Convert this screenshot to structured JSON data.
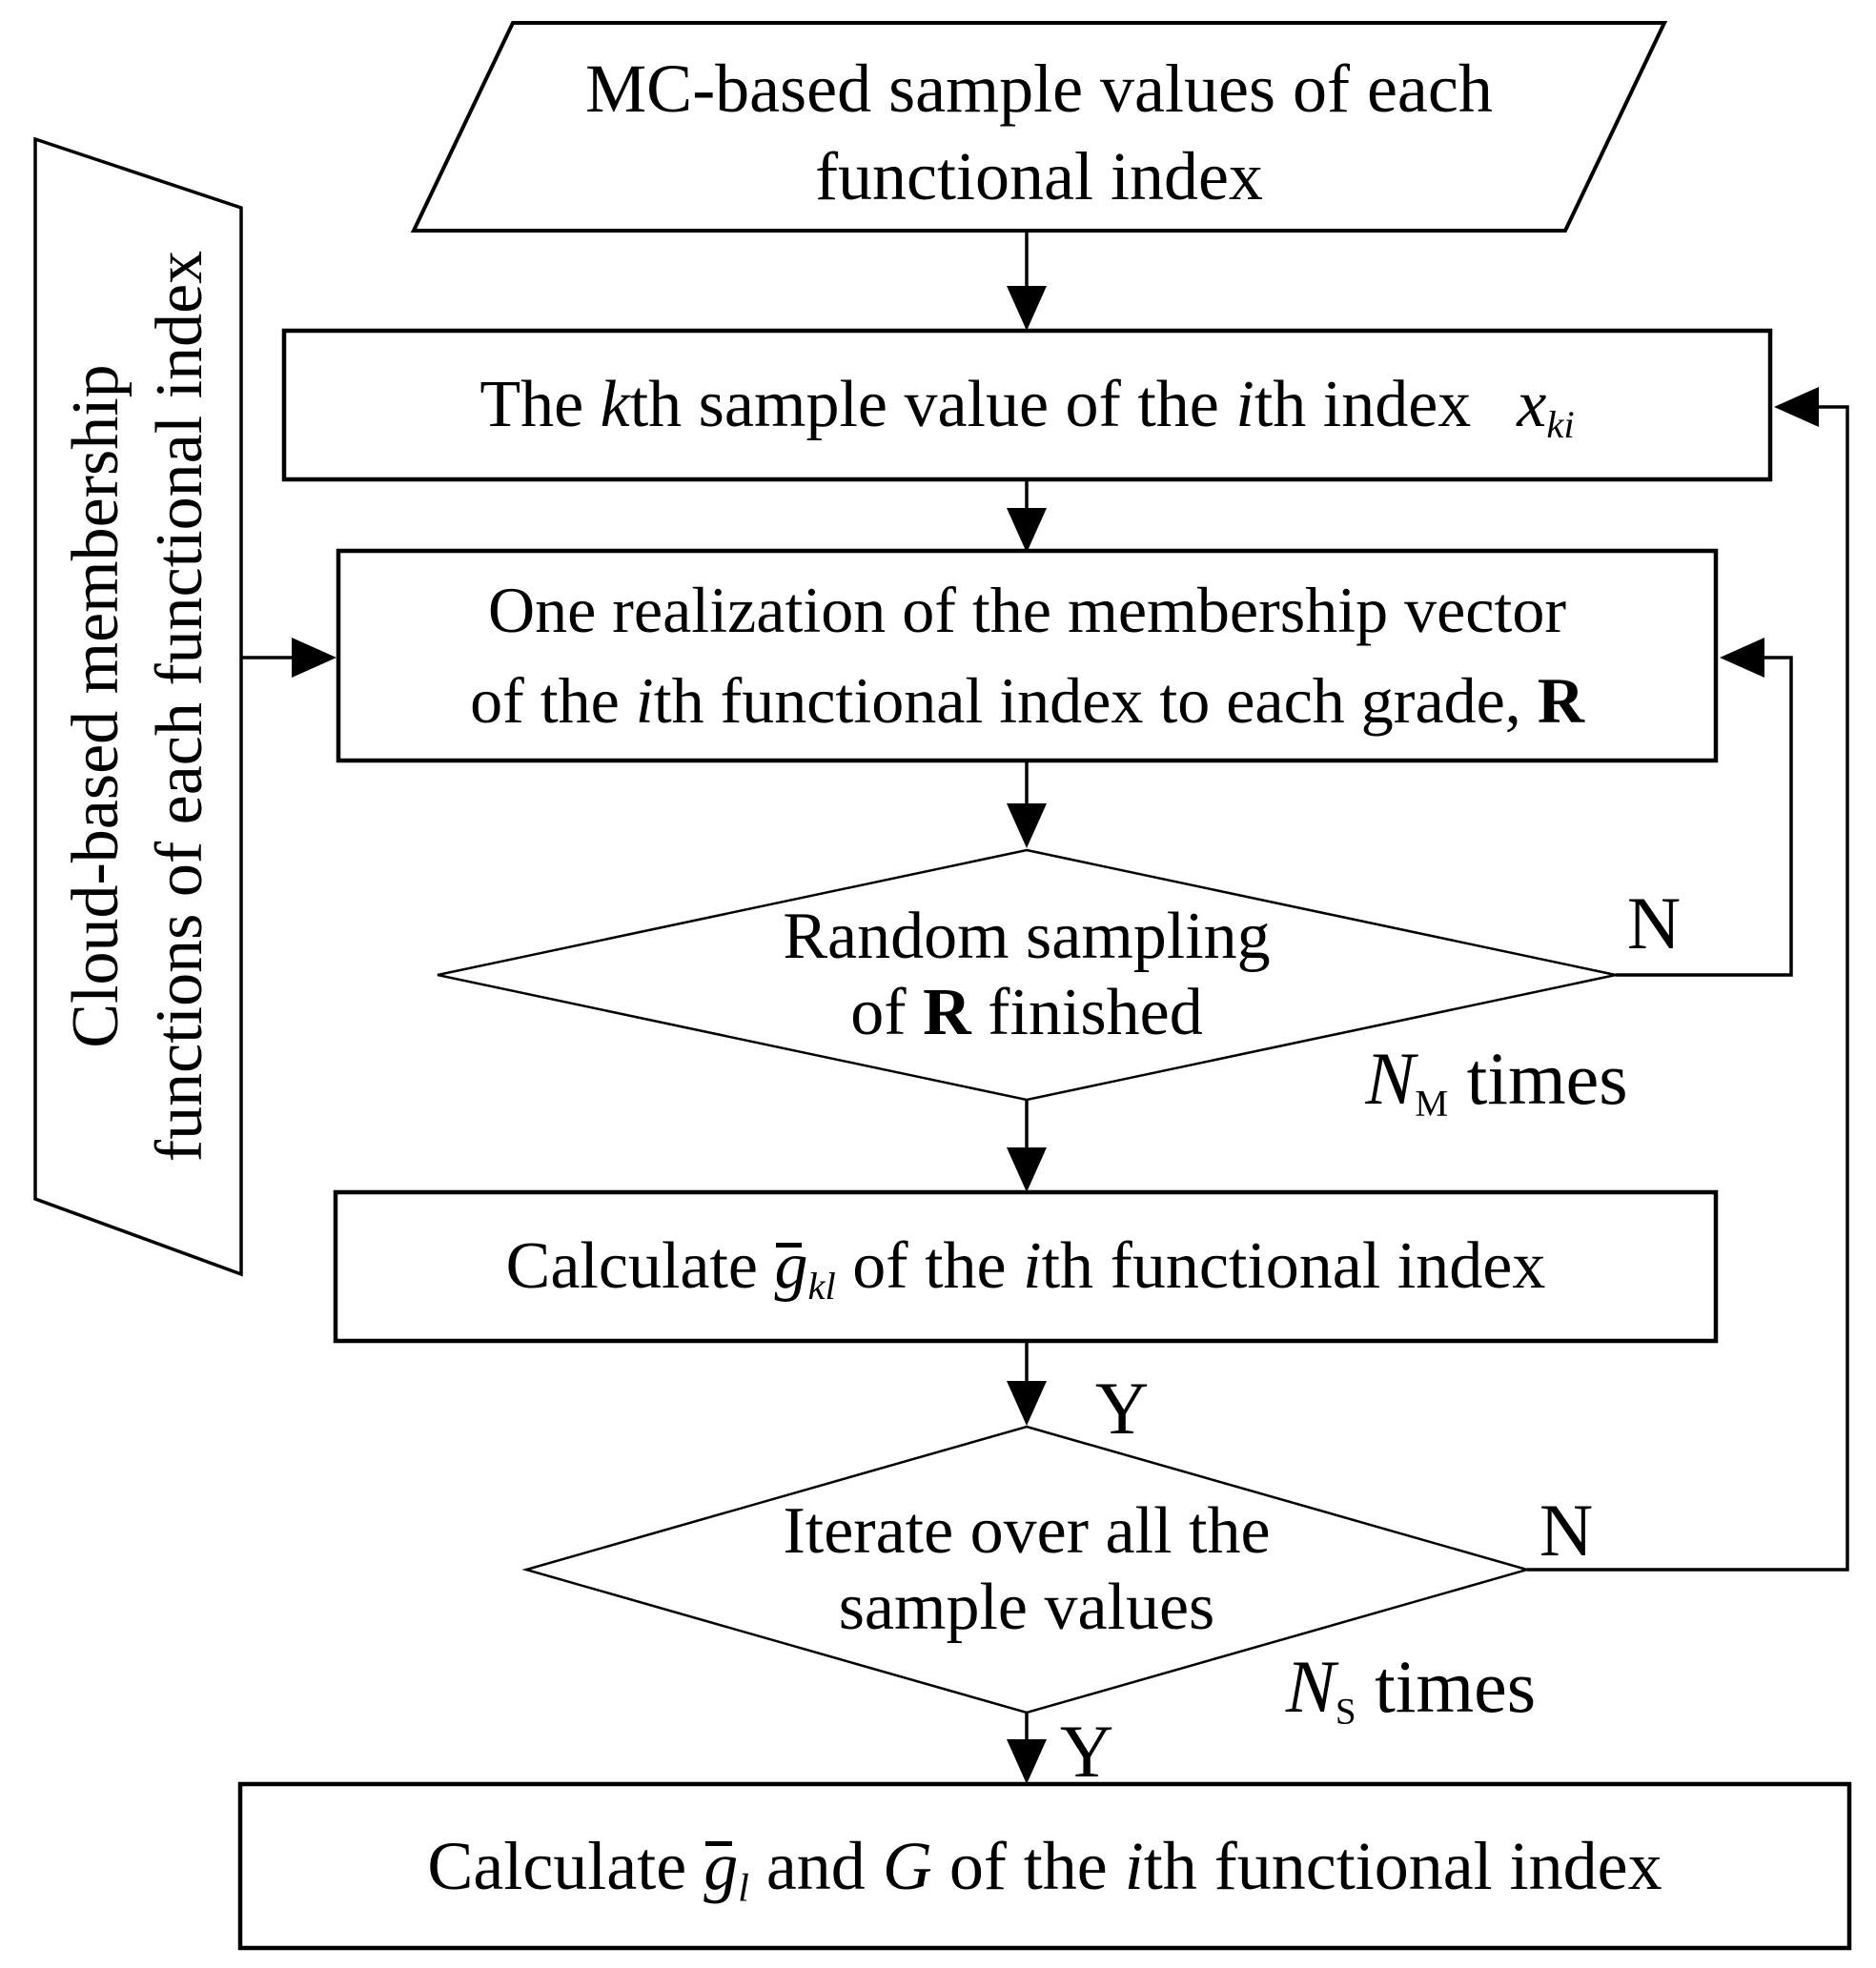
{
  "diagram": {
    "nodes": {
      "mc_samples": {
        "line1": "MC-based sample values of each",
        "line2": "functional index"
      },
      "cloud_membership": {
        "line1": "Cloud-based membership",
        "line2": "functions of each functional index"
      },
      "kth_sample": {
        "t1": "The ",
        "k": "k",
        "t2": "th sample value of the ",
        "i": "i",
        "t3": "th index",
        "x": "x",
        "xsub": "ki"
      },
      "one_realization": {
        "line1": "One realization of the membership vector",
        "t1": "of the ",
        "i": "i",
        "t2": "th functional index to each grade, ",
        "R": "R"
      },
      "random_sampling": {
        "line1": "Random sampling",
        "t1": "of ",
        "R": "R",
        "t2": " finished"
      },
      "calculate_gkl": {
        "t1": "Calculate ",
        "g": "g",
        "gsub": "kl",
        "t2": " of the ",
        "i": "i",
        "t3": "th functional index"
      },
      "iterate_samples": {
        "line1": "Iterate over all the",
        "line2": "sample values"
      },
      "calculate_g": {
        "t1": "Calculate ",
        "g": "g",
        "gsub": "l",
        "t2": " and ",
        "G": "G",
        "t3": " of the ",
        "i": "i",
        "t4": "th functional index"
      }
    },
    "labels": {
      "d1_no": "N",
      "d1_yes": "Y",
      "d2_no": "N",
      "d2_yes": "Y",
      "nm_n": "N",
      "nm_sub": "M",
      "nm_times": " times",
      "ns_n": "N",
      "ns_sub": "S",
      "ns_times": " times"
    },
    "colors": {
      "line": "#000000",
      "fill": "#ffffff",
      "text": "#000000"
    }
  }
}
